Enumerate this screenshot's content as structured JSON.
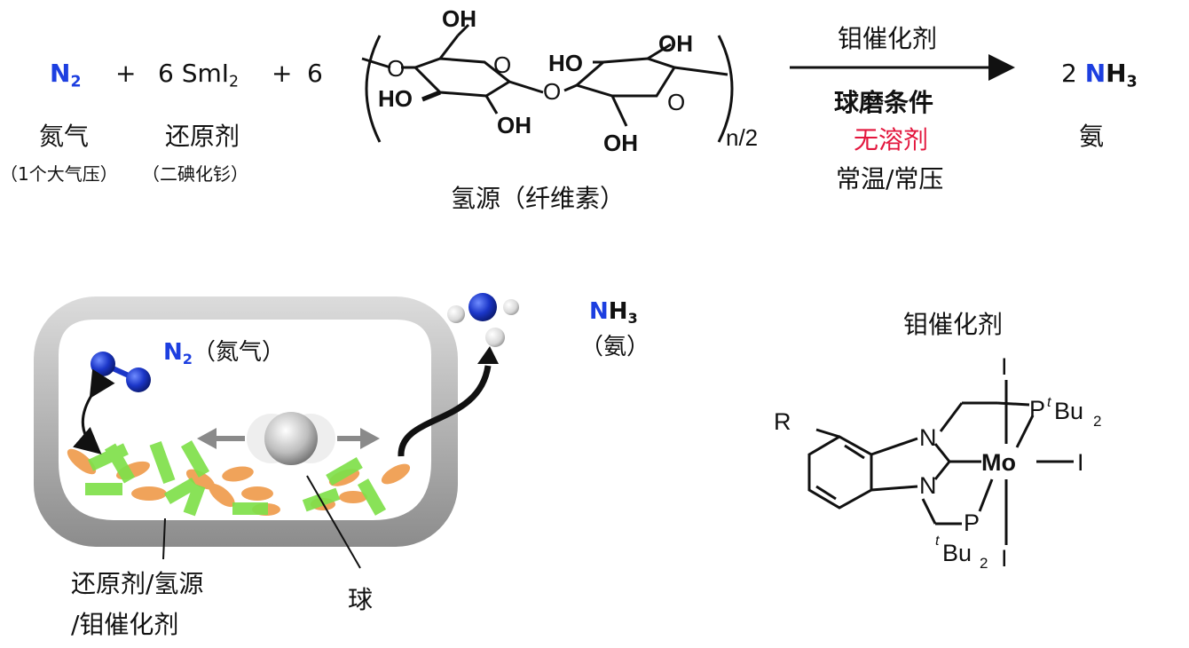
{
  "equation": {
    "n2": "N",
    "n2_sub": "2",
    "plus": "+",
    "smi2_prefix": "6 SmI",
    "smi2_sub": "2",
    "coef6": "6",
    "nh3_coef": "2 ",
    "nh3_n": "N",
    "nh3_h": "H",
    "nh3_sub": "3",
    "labels": {
      "nitrogen": "氮气",
      "nitrogen_note": "（1个大气压）",
      "reductant": "还原剂",
      "reductant_note": "（二碘化钐）",
      "hydrogen_source": "氢源（纤维素）",
      "ammonia": "氨"
    },
    "arrow": {
      "above": "钼催化剂",
      "below_bold": "球磨条件",
      "below_red": "无溶剂",
      "below_3": "常温/常压"
    },
    "cellulose": {
      "oh": "OH",
      "ho": "HO",
      "o": "O",
      "repeat": "n/2"
    }
  },
  "mill": {
    "n2_label": "N",
    "n2_sub": "2",
    "n2_cn": "（氮气）",
    "nh3_n": "N",
    "nh3_h": "H",
    "nh3_sub": "3",
    "nh3_cn": "（氨）",
    "mix_label_1": "还原剂/氢源",
    "mix_label_2": "/钼催化剂",
    "ball_label": "球"
  },
  "catalyst": {
    "title": "钼催化剂",
    "r": "R",
    "n": "N",
    "p": "P",
    "mo": "Mo",
    "i": "I",
    "t": "t",
    "bu": "Bu",
    "bu_sub": "2"
  },
  "colors": {
    "nitrogen_blue": "#1d3fe0",
    "highlight_red": "#e3163d",
    "reductant_orange": "#f0a35a",
    "cellulose_green": "#7fe04a",
    "jar_gray": "#9a9a9a"
  }
}
